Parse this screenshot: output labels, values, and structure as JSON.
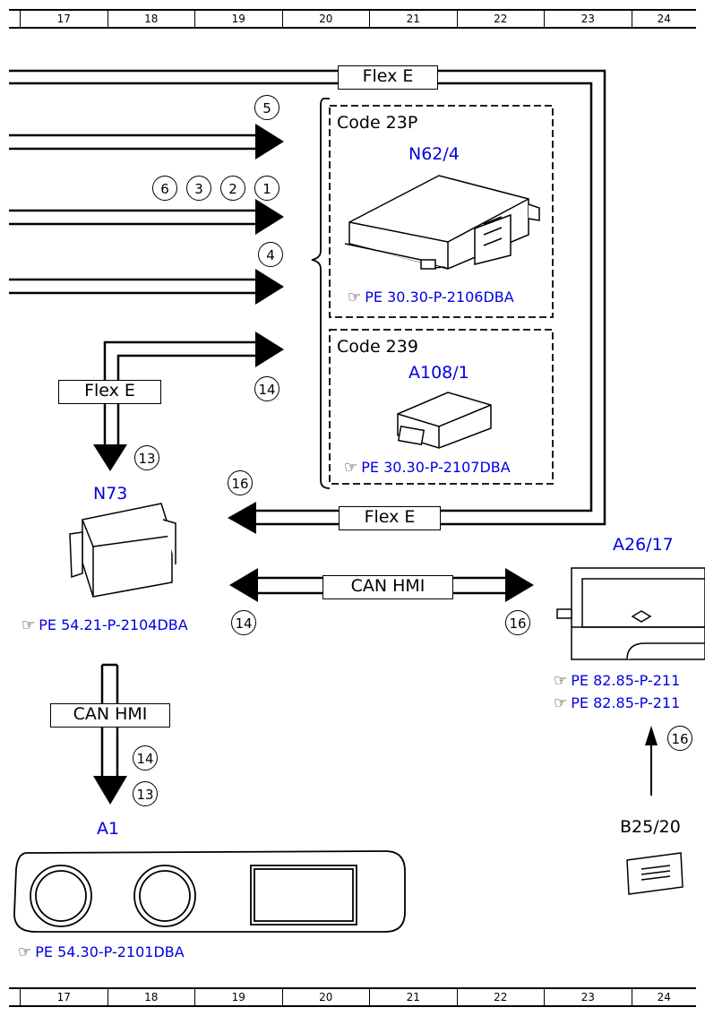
{
  "ruler_numbers": [
    "17",
    "18",
    "19",
    "20",
    "21",
    "22",
    "23",
    "24"
  ],
  "labels": {
    "flex_e_top": "Flex E",
    "flex_e_left": "Flex E",
    "flex_e_bottom": "Flex E",
    "can_hmi_horizontal": "CAN HMI",
    "can_hmi_vertical": "CAN HMI",
    "code_23p": "Code 23P",
    "code_239": "Code 239"
  },
  "components": {
    "n62_4": "N62/4",
    "a108_1": "A108/1",
    "n73": "N73",
    "a26_17": "A26/17",
    "a1": "A1",
    "b25_20": "B25/20"
  },
  "references": {
    "n62_4": "PE 30.30-P-2106DBA",
    "a108_1": "PE 30.30-P-2107DBA",
    "n73": "PE 54.21-P-2104DBA",
    "a26_17_a": "PE 82.85-P-211",
    "a26_17_b": "PE 82.85-P-211",
    "a1": "PE 54.30-P-2101DBA"
  },
  "circles": {
    "c5": "5",
    "c6": "6",
    "c3": "3",
    "c2": "2",
    "c1": "1",
    "c4": "4",
    "c14_top": "14",
    "c13_top": "13",
    "c16_left": "16",
    "c14_mid": "14",
    "c16_mid": "16",
    "c14_low": "14",
    "c13_low": "13",
    "c16_right": "16"
  },
  "icon": "pointing-hand-icon"
}
